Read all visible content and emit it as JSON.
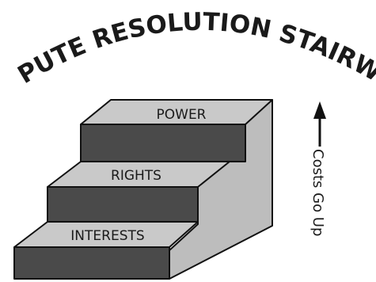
{
  "title": "DISPUTE RESOLUTION STAIRWAY",
  "steps": [
    {
      "label": "INTERESTS"
    },
    {
      "label": "RIGHTS"
    },
    {
      "label": "POWER"
    }
  ],
  "cost_note": "Costs Go Up",
  "colors": {
    "tread": "#c9c9c9",
    "riser": "#4a4a4a",
    "side": "#bdbdbd",
    "outline": "#111111",
    "text": "#1a1a1a"
  }
}
